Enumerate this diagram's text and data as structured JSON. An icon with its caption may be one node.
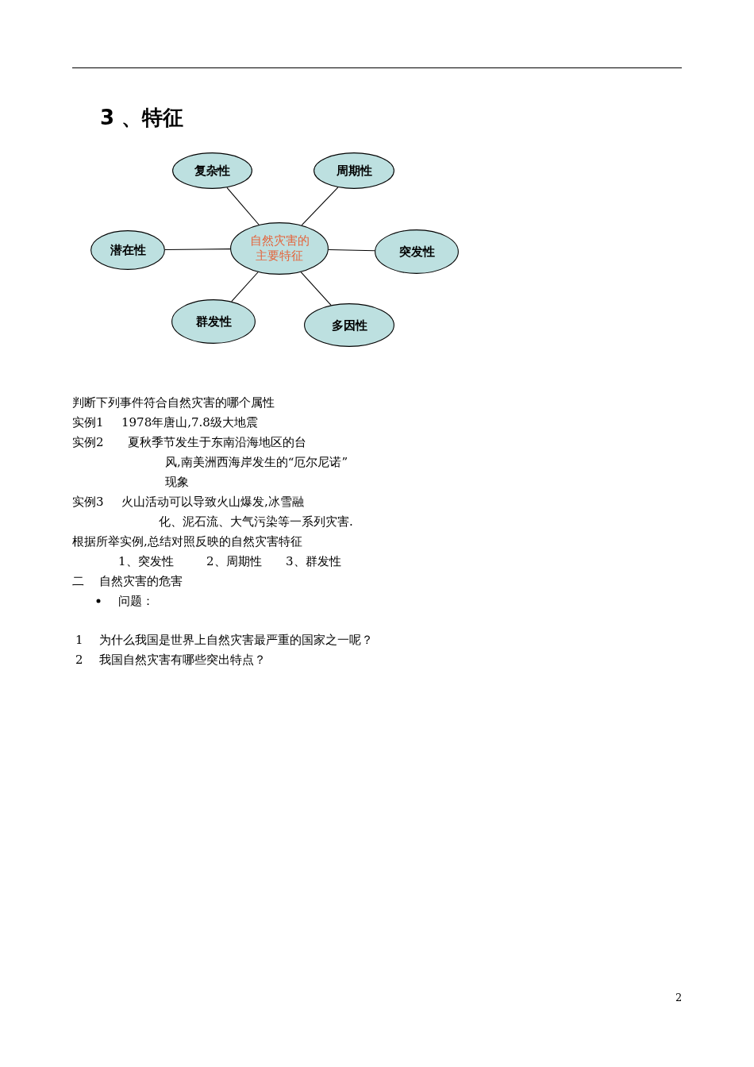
{
  "diagram": {
    "title": "3 、特征",
    "nodes": [
      {
        "text": [
          "自然灾害的主要特征"
        ]
      },
      {
        "text": [
          "复杂性"
        ]
      },
      {
        "text": [
          "周期性"
        ]
      },
      {
        "text": [
          "潜在性"
        ]
      },
      {
        "text": [
          "突发性"
        ]
      },
      {
        "text": [
          "群发性"
        ]
      },
      {
        "text": [
          "多因性"
        ]
      }
    ],
    "edges": [
      {
        "from": 0,
        "to": 1,
        "arrow": "none"
      },
      {
        "from": 0,
        "to": 2,
        "arrow": "none"
      },
      {
        "from": 0,
        "to": 3,
        "arrow": "none"
      },
      {
        "from": 0,
        "to": 4,
        "arrow": "none"
      },
      {
        "from": 0,
        "to": 5,
        "arrow": "none"
      },
      {
        "from": 0,
        "to": 6,
        "arrow": "none"
      }
    ],
    "labels": [
      "判断下列事件符合自然灾害的哪个属性",
      "实例1",
      "1978年唐山,7.8级大地震",
      "实例2",
      "夏秋季节发生于东南沿海地区的台",
      "风,南美洲西海岸发生的“厄尔尼诺”",
      "现象",
      "实例3",
      "火山活动可以导致火山爆发,冰雪融",
      "化、泥石流、大气污染等一系列灾害.",
      "根据所举实例,总结对照反映的自然灾害特征",
      "1、突发性",
      "2、周期性",
      "3、群发性",
      "二",
      "自然灾害的危害",
      "问题：",
      "1",
      "为什么我国是世界上自然灾害最严重的国家之一呢？",
      "2",
      "我国自然灾害有哪些突出特点？",
      "2"
    ]
  }
}
